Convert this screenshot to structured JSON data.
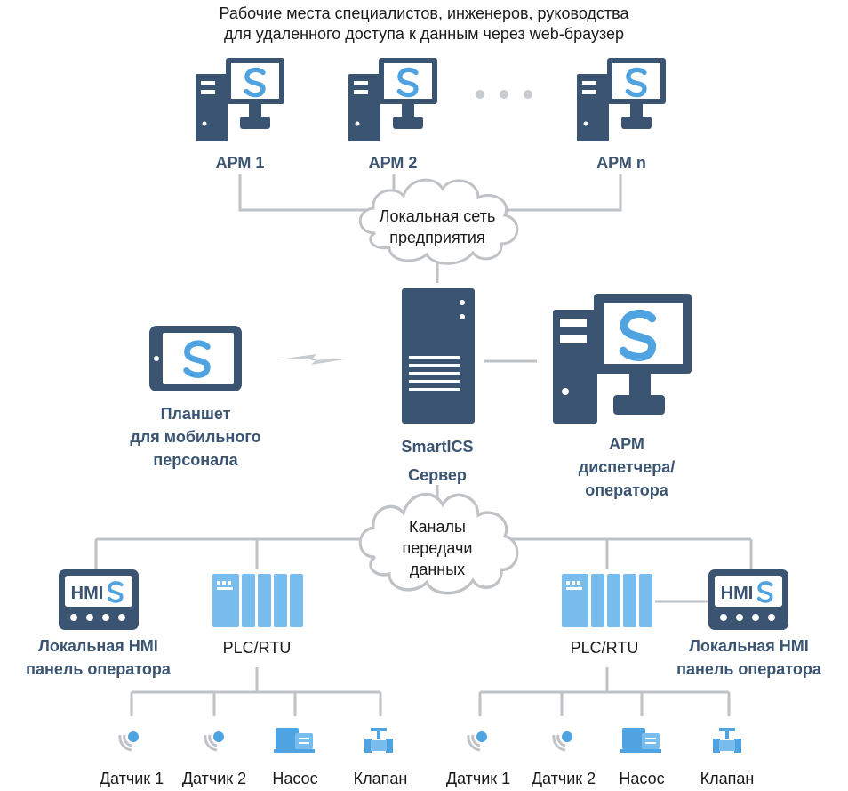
{
  "header": {
    "line1": "Рабочие места специалистов, инженеров, руководства",
    "line2": "для удаленного доступа к данным через web-браузер"
  },
  "workstations": [
    {
      "label": "АРМ 1"
    },
    {
      "label": "АРМ 2"
    },
    {
      "label": "АРМ n"
    }
  ],
  "lan_cloud": {
    "line1": "Локальная сеть",
    "line2": "предприятия"
  },
  "server": {
    "line1": "SmartICS",
    "line2": "Сервер"
  },
  "tablet": {
    "line1": "Планшет",
    "line2": "для мобильного",
    "line3": "персонала"
  },
  "operator_arm": {
    "line1": "АРМ",
    "line2": "диспетчера/",
    "line3": "оператора"
  },
  "channels_cloud": {
    "line1": "Каналы",
    "line2": "передачи",
    "line3": "данных"
  },
  "hmi_badge": "HMI",
  "left_hmi": {
    "line1": "Локальная HMI",
    "line2": "панель оператора"
  },
  "right_hmi": {
    "line1": "Локальная HMI",
    "line2": "панель оператора"
  },
  "left_plc": {
    "label": "PLC/RTU"
  },
  "right_plc": {
    "label": "PLC/RTU"
  },
  "left_devices": [
    "Датчик 1",
    "Датчик 2",
    "Насос",
    "Клапан"
  ],
  "right_devices": [
    "Датчик 1",
    "Датчик 2",
    "Насос",
    "Клапан"
  ],
  "colors": {
    "dark": "#3a5472",
    "accent": "#4fa3e0",
    "line": "#bfc2c6"
  },
  "icons": [
    "computer-icon",
    "server-icon",
    "tablet-icon",
    "cloud-icon",
    "hmi-panel-icon",
    "plc-icon",
    "sensor-icon",
    "pump-icon",
    "valve-icon",
    "lightning-icon",
    "ellipsis-icon"
  ]
}
